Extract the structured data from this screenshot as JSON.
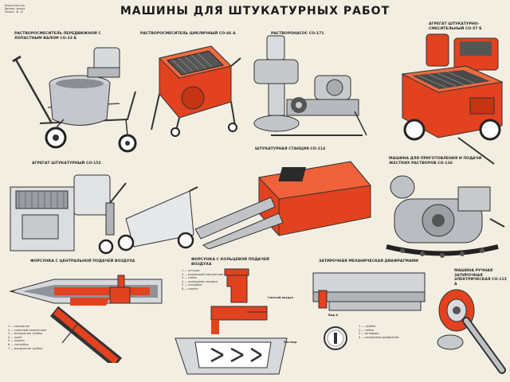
{
  "title": "МАШИНЫ ДЛЯ ШТУКАТУРНЫХ РАБОТ",
  "corner_stamp": [
    "Издательство",
    "Высшая школа",
    "Плакат № 12"
  ],
  "machines": {
    "mixer_hand": "РАСТВОРОСМЕСИТЕЛЬ ПЕРЕДВИЖНОЙ С ЛОПАСТНЫМ ВАЛОМ СО-23 Б",
    "mixer_drum": "РАСТВОРОСМЕСИТЕЛЬ ЦИКЛИЧНЫЙ СО-46 А",
    "pump": "РАСТВОРОНАСОС СО-171",
    "aggregate_top": "АГРЕГАТ ШТУКАТУРНО-СМЕСИТЕЛЬНЫЙ СО-57 Б",
    "station": "ШТУКАТУРНАЯ СТАНЦИЯ СО-114",
    "aggregate_mid": "АГРЕГАТ ШТУКАТУРНЫЙ СО-152",
    "prep_machine": "МАШИНА ДЛЯ ПРИГОТОВЛЕНИЯ И ПОДАЧИ ЖЕСТКИХ РАСТВОРОВ СО-126",
    "nozzle_central": "ФОРСУНКА С ЦЕНТРАЛЬНОЙ ПОДАЧЕЙ ВОЗДУХА",
    "nozzle_annular": "ФОРСУНКА С КОЛЬЦЕВОЙ ПОДАЧЕЙ ВОЗДУХА",
    "diaphragm": "ЗАТИРОЧНАЯ МЕХАНИЧЕСКАЯ ДИАФРАГМАМИ",
    "trowel": "МАШИНА РУЧНАЯ ЗАТИРОЧНАЯ ЭЛЕКТРИЧЕСКАЯ СО-112 А"
  },
  "callouts": {
    "compressed_air": "Сжатый воздух",
    "mortar": "Раствор",
    "view_a": "Вид А"
  },
  "legends": {
    "nozzle_central": [
      "1 — мундштук",
      "2 — сменный наконечник",
      "3 — воздушная трубка",
      "4 — кран",
      "5 — корпус",
      "6 — патрубок",
      "7 — воздушная трубка"
    ],
    "nozzle_annular": [
      "1 — штуцер",
      "2 — резиновый наконечник",
      "3 — гайка",
      "4 — кольцевая насадка",
      "5 — патрубок",
      "6 — корпус"
    ],
    "diaphragm": [
      "1 — трубка",
      "2 — гайка",
      "3 — вкладыш",
      "4 — резиновая диафрагма"
    ]
  },
  "colors": {
    "background": "#f3eee2",
    "accent_red": "#e2421f",
    "steel": "#b9bcc0",
    "ink": "#1b1b1b"
  }
}
